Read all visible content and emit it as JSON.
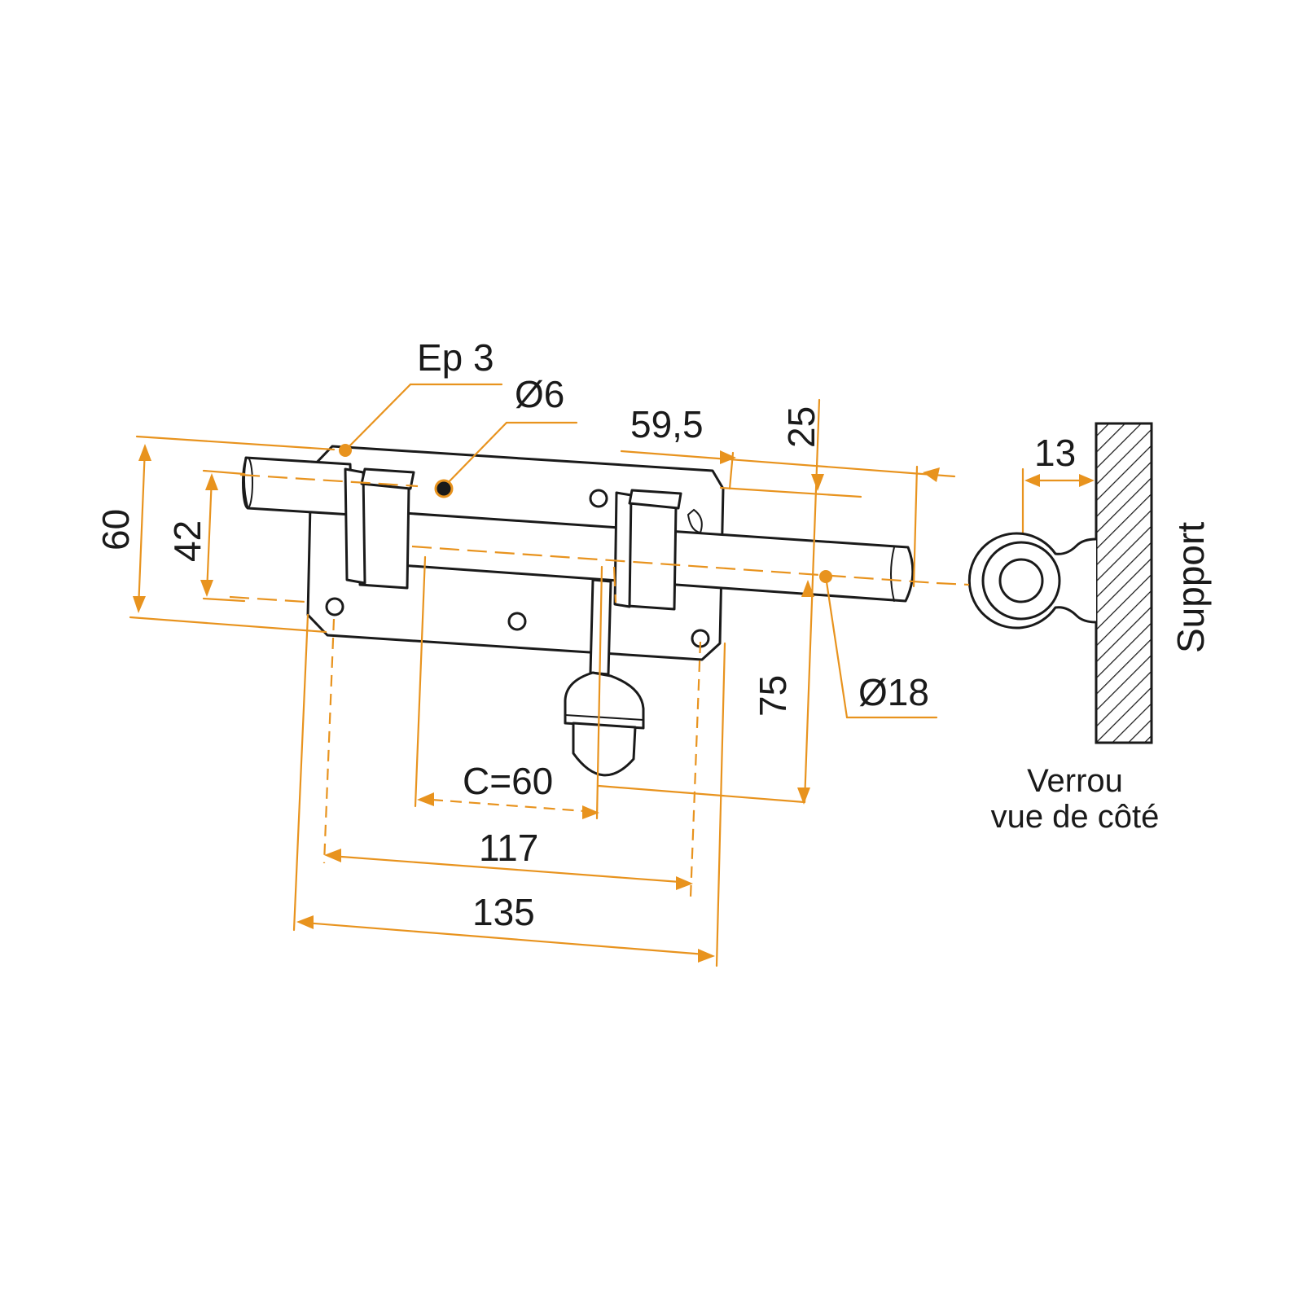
{
  "labels": {
    "ep3": "Ep 3",
    "d6": "Ø6",
    "d59_5": "59,5",
    "d25": "25",
    "d13": "13",
    "d60": "60",
    "d42": "42",
    "d75": "75",
    "d18": "Ø18",
    "c60": "C=60",
    "d117": "117",
    "d135": "135",
    "support": "Support",
    "caption_line1": "Verrou",
    "caption_line2": "vue de côté"
  },
  "colors": {
    "dimension": "#e8931e",
    "outline": "#1a1a1a",
    "background": "#ffffff"
  }
}
